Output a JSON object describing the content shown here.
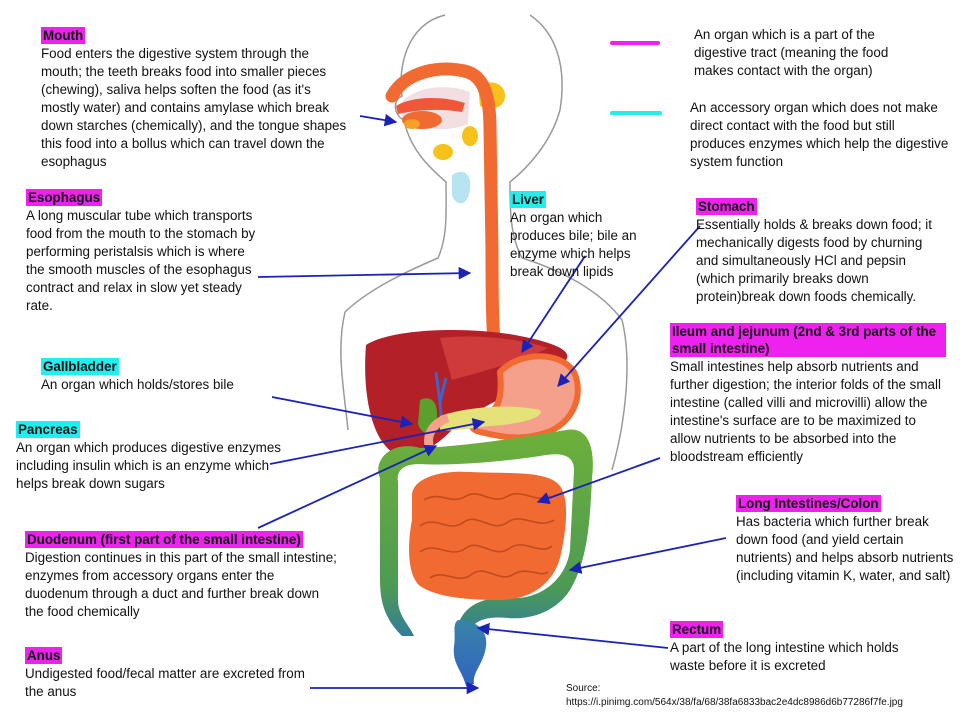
{
  "colors": {
    "digestive_tract": "#ee22ee",
    "accessory_organ": "#22eeee",
    "arrow": "#1a22b8"
  },
  "legend": {
    "digestive_tract": "An organ which is a part of the digestive tract (meaning the food makes contact with the organ)",
    "accessory_organ": "An accessory organ which does not make direct contact with the food but still produces enzymes which help the digestive system function"
  },
  "labels": {
    "mouth": {
      "title": "Mouth",
      "text": "Food enters the digestive system through the mouth; the teeth breaks food into smaller pieces (chewing), saliva helps soften the food (as it's mostly water) and contains amylase which break down starches  (chemically), and the tongue shapes this food into a bollus which can travel down the esophagus"
    },
    "esophagus": {
      "title": "Esophagus",
      "text": "A long muscular tube which transports food from the mouth to the stomach by performing peristalsis which is where the smooth muscles of the esophagus contract and relax in slow yet steady rate."
    },
    "gallbladder": {
      "title": "Gallbladder",
      "text": "An organ which holds/stores bile"
    },
    "pancreas": {
      "title": "Pancreas",
      "text": "An organ which produces digestive enzymes including insulin which is an enzyme which helps break down sugars"
    },
    "duodenum": {
      "title": "Duodenum (first part of the small intestine)",
      "text": "Digestion continues in this part of the small intestine; enzymes from accessory organs enter the duodenum through a duct and further break down the food chemically"
    },
    "anus": {
      "title": "Anus",
      "text": "Undigested food/fecal matter are excreted from the anus"
    },
    "liver": {
      "title": "Liver",
      "text": "An organ which produces bile; bile an enzyme which helps break down lipids"
    },
    "stomach": {
      "title": "Stomach",
      "text": "Essentially holds & breaks down food; it mechanically digests food by churning and simultaneously HCl and pepsin (which primarily breaks down protein)break down foods chemically."
    },
    "ileum": {
      "title": "Ileum and jejunum (2nd & 3rd parts of the small intestine)",
      "text": "Small intestines help absorb nutrients and further digestion; the interior folds of the small intestine (called villi and microvilli) allow the intestine's surface are to be maximized to allow nutrients to be absorbed into the bloodstream efficiently"
    },
    "colon": {
      "title": "Long Intestines/Colon",
      "text": "Has bacteria which further break down food  (and yield certain nutrients) and helps absorb nutrients (including vitamin K, water, and salt)"
    },
    "rectum": {
      "title": "Rectum",
      "text": "A part of the long intestine which holds waste before it is excreted"
    }
  },
  "source": {
    "label": "Source:",
    "url": "https://i.pinimg.com/564x/38/fa/68/38fa6833bac2e4dc8986d6b77286f7fe.jpg"
  }
}
